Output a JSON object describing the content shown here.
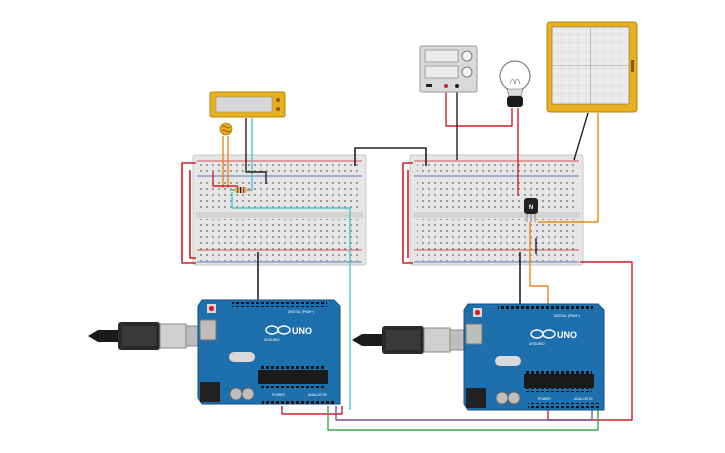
{
  "arduino_left": {
    "model": "UNO",
    "brand": "ARDUINO",
    "digital_header": "DIGITAL (PWM~)",
    "power_header": "POWER",
    "analog_header": "ANALOG IN"
  },
  "arduino_right": {
    "model": "UNO",
    "brand": "ARDUINO",
    "digital_header": "DIGITAL (PWM~)",
    "power_header": "POWER",
    "analog_header": "ANALOG IN"
  },
  "transistor": {
    "label": "N"
  },
  "colors": {
    "arduino_board": "#1e6fae",
    "breadboard": "#e6e6e6",
    "lcd": "#e8b01e",
    "oscilloscope": "#e8b01e",
    "wire_red": "#d0202a",
    "wire_black": "#222222",
    "wire_teal": "#4fc3c8",
    "wire_orange": "#e68a1a",
    "wire_green": "#3aa94a",
    "wire_purple": "#7a4fa0"
  },
  "icons": [
    "usb-cable-icon",
    "light-bulb-icon",
    "photoresistor-icon",
    "resistor-icon",
    "transistor-icon"
  ]
}
